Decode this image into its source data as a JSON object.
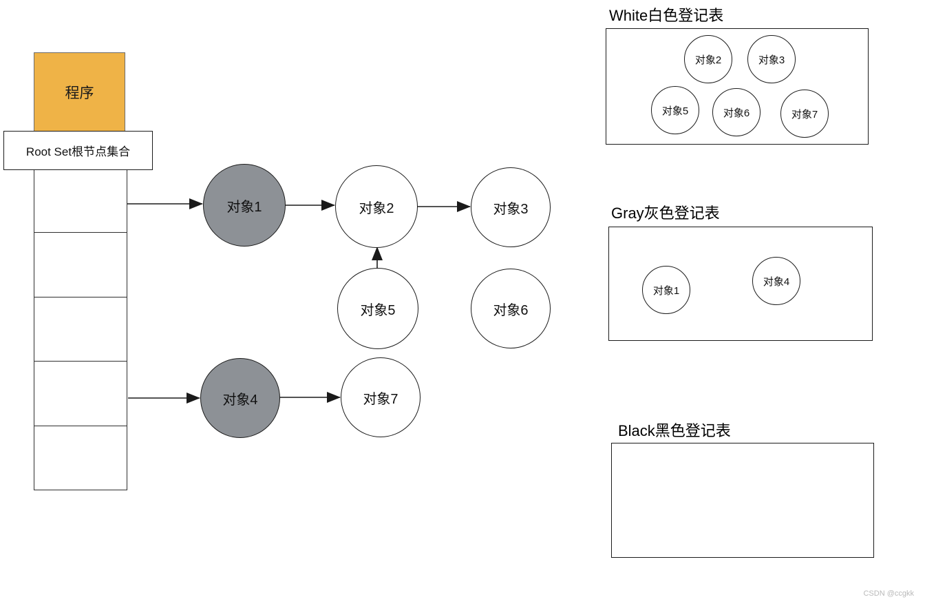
{
  "colors": {
    "program-fill": "#EFB347",
    "gray-node": "#8D9196",
    "white-node": "#FFFFFF",
    "line": "#1A1A1A",
    "watermark": "#B9B9B9"
  },
  "left_column": {
    "program_label": "程序",
    "root_set_label": "Root Set根节点集合",
    "stack_cell_count": 5
  },
  "graph": {
    "nodes": [
      {
        "id": "obj1",
        "label": "对象1",
        "color": "gray"
      },
      {
        "id": "obj2",
        "label": "对象2",
        "color": "white"
      },
      {
        "id": "obj3",
        "label": "对象3",
        "color": "white"
      },
      {
        "id": "obj4",
        "label": "对象4",
        "color": "gray"
      },
      {
        "id": "obj5",
        "label": "对象5",
        "color": "white"
      },
      {
        "id": "obj6",
        "label": "对象6",
        "color": "white"
      },
      {
        "id": "obj7",
        "label": "对象7",
        "color": "white"
      }
    ],
    "edges": [
      {
        "from": "root-set-cell-1",
        "to": "obj1"
      },
      {
        "from": "obj1",
        "to": "obj2"
      },
      {
        "from": "obj2",
        "to": "obj3"
      },
      {
        "from": "obj5",
        "to": "obj2"
      },
      {
        "from": "root-set-cell-4",
        "to": "obj4"
      },
      {
        "from": "obj4",
        "to": "obj7"
      }
    ]
  },
  "registries": {
    "white": {
      "title": "White白色登记表",
      "items": [
        "对象2",
        "对象3",
        "对象5",
        "对象6",
        "对象7"
      ]
    },
    "gray": {
      "title": "Gray灰色登记表",
      "items": [
        "对象1",
        "对象4"
      ]
    },
    "black": {
      "title": "Black黑色登记表",
      "items": []
    }
  },
  "watermark": "CSDN @ccgkk"
}
